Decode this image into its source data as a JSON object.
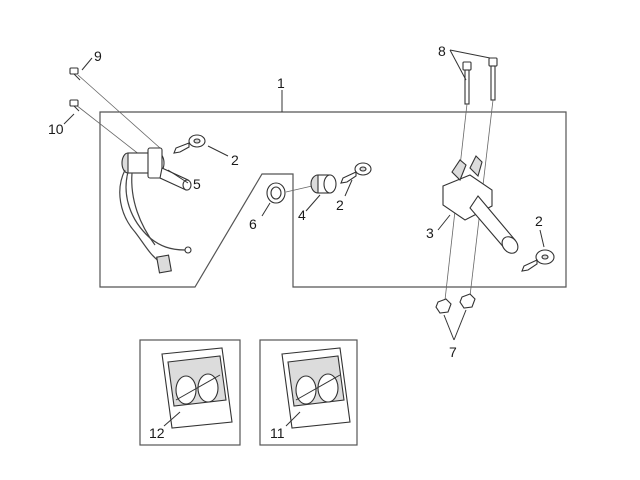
{
  "diagram": {
    "callouts": {
      "c1": "1",
      "c2a": "2",
      "c2b": "2",
      "c2c": "2",
      "c3": "3",
      "c4": "4",
      "c5": "5",
      "c6": "6",
      "c7": "7",
      "c8": "8",
      "c9": "9",
      "c10": "10",
      "c11": "11",
      "c12": "12"
    }
  }
}
